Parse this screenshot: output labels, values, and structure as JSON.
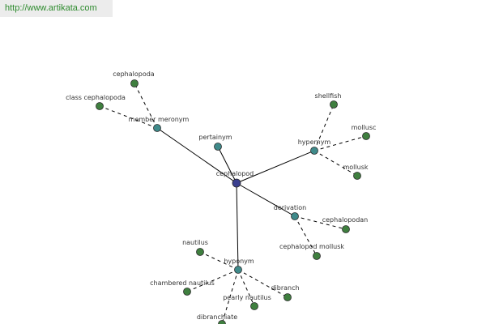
{
  "watermark": {
    "text": "http://www.artikata.com"
  },
  "colors": {
    "root": "#3a3f8f",
    "relation": "#3f8a8a",
    "leaf": "#3f7f3f",
    "node_stroke": "#2a2a2a",
    "edge": "#000000",
    "label": "#333333"
  },
  "graph": {
    "root": {
      "id": "cephalopod",
      "label": "cephalopod"
    },
    "relations": [
      {
        "id": "member-meronym",
        "label": "member meronym",
        "leaves": [
          {
            "id": "cephalopoda",
            "label": "cephalopoda"
          },
          {
            "id": "class-cephalopoda",
            "label": "class cephalopoda"
          }
        ]
      },
      {
        "id": "pertainym",
        "label": "pertainym",
        "leaves": []
      },
      {
        "id": "hypernym",
        "label": "hypernym",
        "leaves": [
          {
            "id": "shellfish",
            "label": "shellfish"
          },
          {
            "id": "mollusc",
            "label": "mollusc"
          },
          {
            "id": "mollusk",
            "label": "mollusk"
          }
        ]
      },
      {
        "id": "derivation",
        "label": "derivation",
        "leaves": [
          {
            "id": "cephalopodan",
            "label": "cephalopodan"
          },
          {
            "id": "cephalopod-mollusk",
            "label": "cephalopod mollusk"
          }
        ]
      },
      {
        "id": "hyponym",
        "label": "hyponym",
        "leaves": [
          {
            "id": "nautilus",
            "label": "nautilus"
          },
          {
            "id": "chambered-nautilus",
            "label": "chambered nautilus"
          },
          {
            "id": "pearly-nautilus",
            "label": "pearly nautilus"
          },
          {
            "id": "dibranch",
            "label": "dibranch"
          },
          {
            "id": "dibranchiate",
            "label": "dibranchiate"
          }
        ]
      }
    ]
  }
}
